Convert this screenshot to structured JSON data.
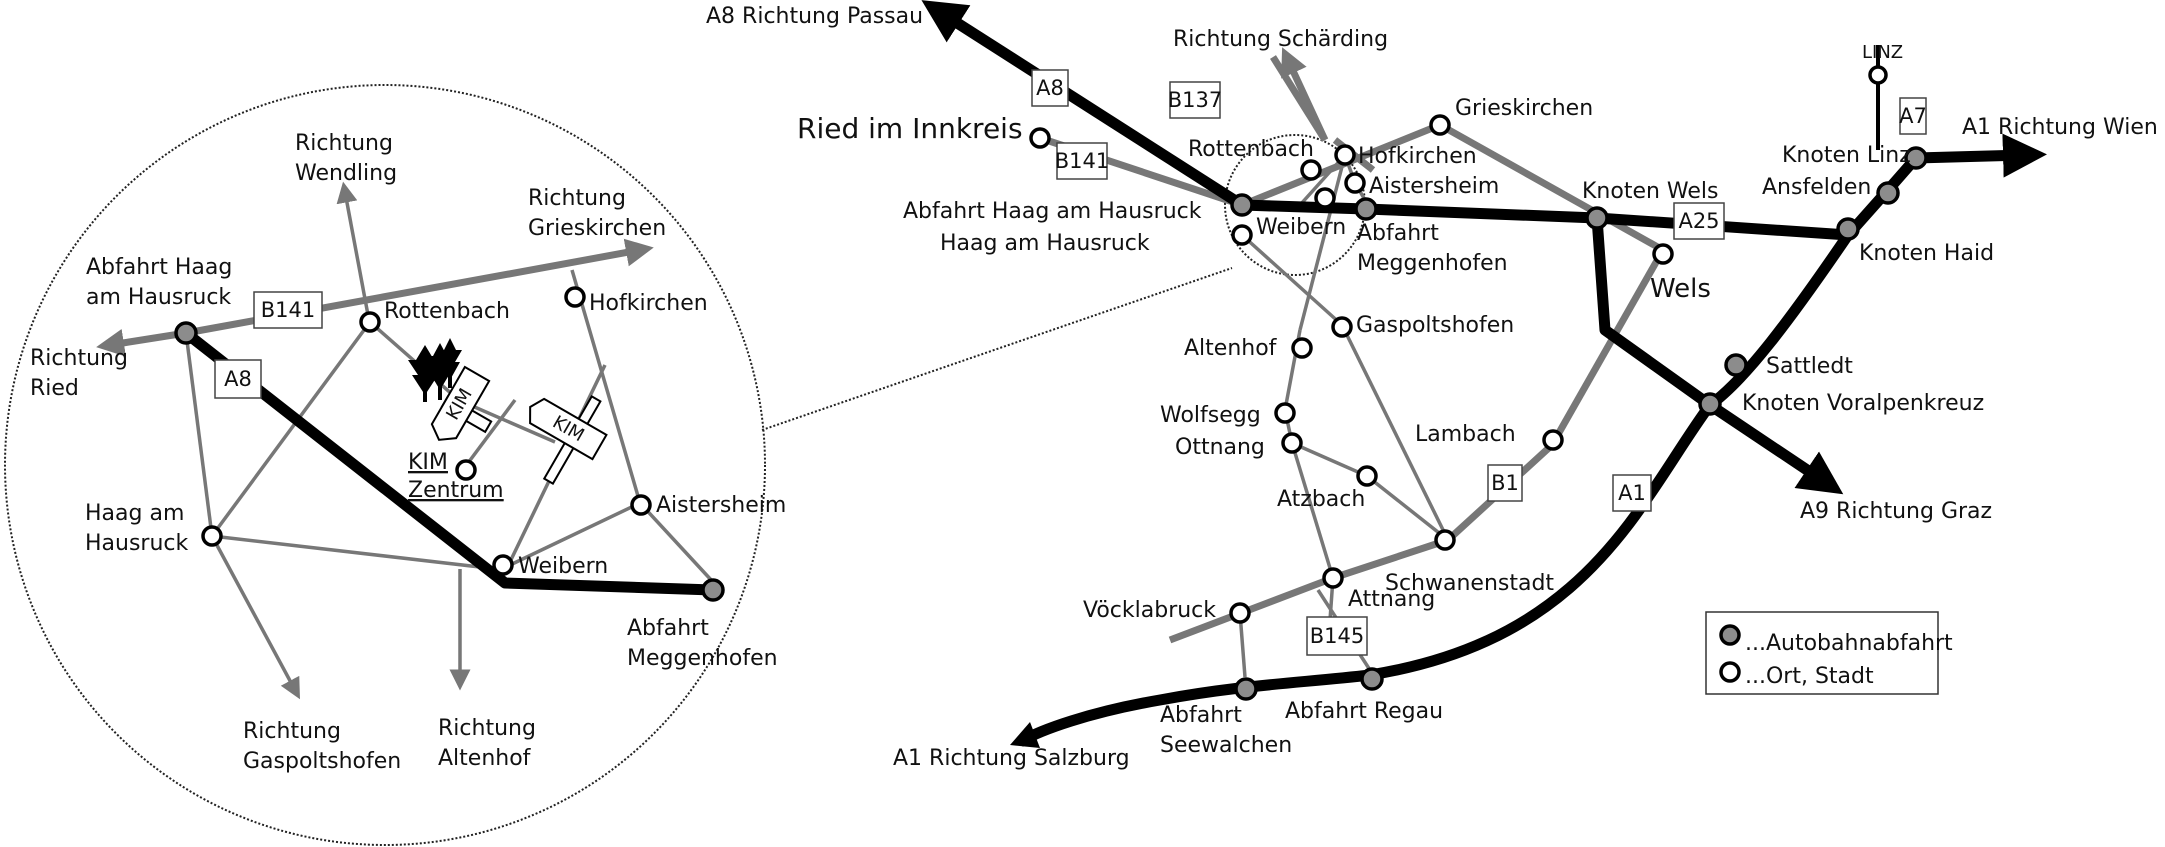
{
  "title": "Anfahrtsplan KIM",
  "inset": {
    "labels": {
      "richtung_wendling": [
        "Richtung",
        "Wendling"
      ],
      "richtung_grieskirchen": [
        "Richtung",
        "Grieskirchen"
      ],
      "abfahrt_haag": [
        "Abfahrt Haag",
        "am Hausruck"
      ],
      "richtung_ried": [
        "Richtung",
        "Ried"
      ],
      "rottenbach": "Rottenbach",
      "hofkirchen": "Hofkirchen",
      "kim_zentrum": [
        "KIM",
        "Zentrum"
      ],
      "haag": [
        "Haag am",
        "Hausruck"
      ],
      "aistersheim": "Aistersheim",
      "weibern": "Weibern",
      "abfahrt_meggenhofen": [
        "Abfahrt",
        "Meggenhofen"
      ],
      "richtung_gaspoltshofen": [
        "Richtung",
        "Gaspoltshofen"
      ],
      "richtung_altenhof": [
        "Richtung",
        "Altenhof"
      ]
    },
    "road_boxes": {
      "b141": "B141",
      "a8": "A8"
    },
    "signs": [
      "KIM",
      "KIM"
    ]
  },
  "main": {
    "labels": {
      "a8_passau": "A8 Richtung Passau",
      "richtung_schaerding": "Richtung Schärding",
      "ried": "Ried im Innkreis",
      "rottenbach": "Rottenbach",
      "hofkirchen": "Hofkirchen",
      "aistersheim": "Aistersheim",
      "grieskirchen": "Grieskirchen",
      "abfahrt_haag": "Abfahrt Haag am Hausruck",
      "haag": "Haag am Hausruck",
      "weibern": "Weibern",
      "abfahrt_meggenhofen": [
        "Abfahrt",
        "Meggenhofen"
      ],
      "knoten_wels": "Knoten Wels",
      "wels": "Wels",
      "linz": "LINZ",
      "a1_wien": "A1 Richtung Wien",
      "knoten_linz": "Knoten Linz",
      "ansfelden": "Ansfelden",
      "knoten_haid": "Knoten Haid",
      "gaspoltshofen": "Gaspoltshofen",
      "altenhof": "Altenhof",
      "wolfsegg": "Wolfsegg",
      "ottnang": "Ottnang",
      "atzbach": "Atzbach",
      "lambach": "Lambach",
      "sattledt": "Sattledt",
      "knoten_voralpenkreuz": "Knoten Voralpenkreuz",
      "a9_graz": "A9 Richtung Graz",
      "schwanenstadt": "Schwanenstadt",
      "attnang": "Attnang",
      "voecklabruck": "Vöcklabruck",
      "abfahrt_seewalchen": [
        "Abfahrt",
        "Seewalchen"
      ],
      "abfahrt_regau": "Abfahrt Regau",
      "a1_salzburg": "A1 Richtung Salzburg"
    },
    "road_boxes": {
      "a8": "A8",
      "b141": "B141",
      "b137": "B137",
      "a7": "A7",
      "a25": "A25",
      "b1": "B1",
      "a1": "A1",
      "b145": "B145"
    }
  },
  "legend": {
    "items": [
      {
        "symbol": "exit-marker",
        "label": "...Autobahnabfahrt"
      },
      {
        "symbol": "town-marker",
        "label": "...Ort, Stadt"
      }
    ]
  },
  "colors": {
    "motorway": "#000000",
    "federal_road": "#777777",
    "exit_fill": "#8c8c8c",
    "town_fill": "#ffffff"
  }
}
